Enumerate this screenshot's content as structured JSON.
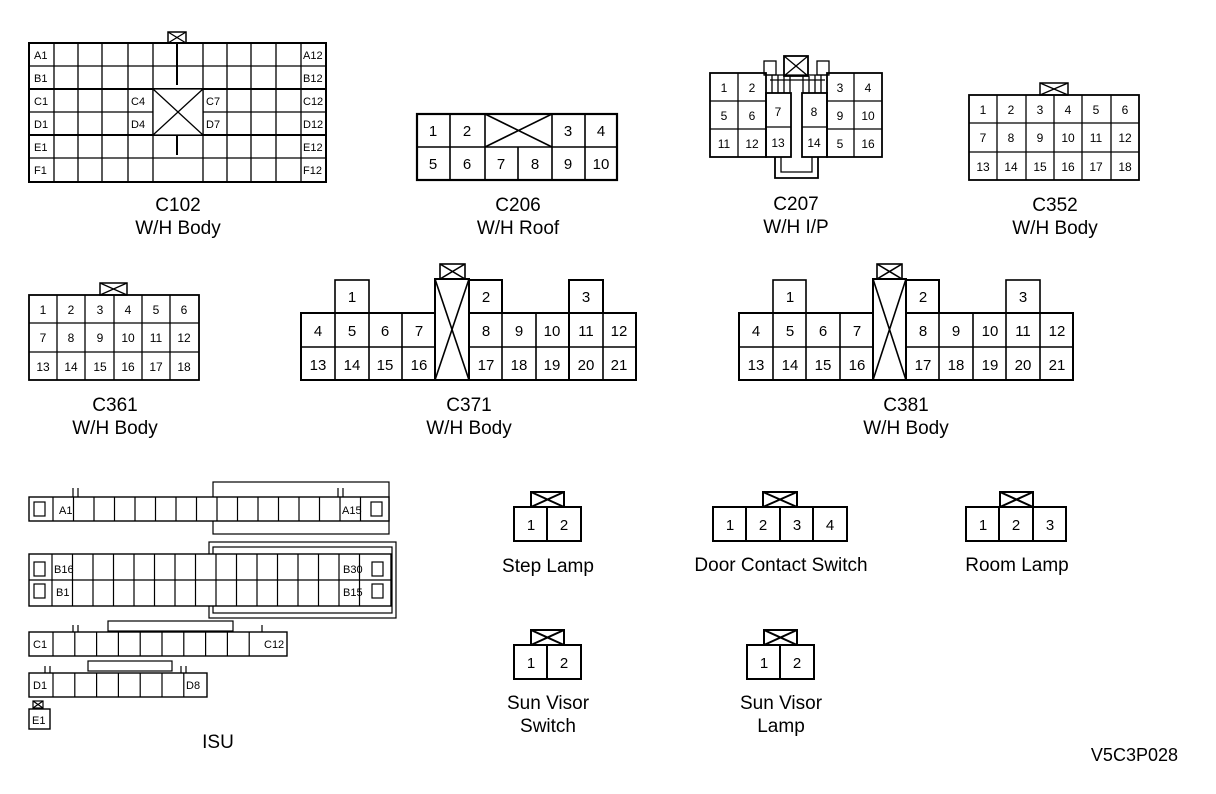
{
  "connectors": {
    "c102": {
      "name": "C102",
      "harness": "W/H Body",
      "left_labels": [
        "A1",
        "B1",
        "C1",
        "D1",
        "E1",
        "F1"
      ],
      "right_labels": [
        "A12",
        "B12",
        "C12",
        "D12",
        "E12",
        "F12"
      ],
      "inner_labels": [
        "C4",
        "D4",
        "C7",
        "D7"
      ]
    },
    "c206": {
      "name": "C206",
      "harness": "W/H Roof",
      "pins": [
        "1",
        "2",
        "3",
        "4",
        "5",
        "6",
        "7",
        "8",
        "9",
        "10"
      ]
    },
    "c207": {
      "name": "C207",
      "harness": "W/H I/P",
      "pins": [
        "1",
        "2",
        "3",
        "4",
        "5",
        "6",
        "7",
        "8",
        "9",
        "10",
        "11",
        "12",
        "13",
        "14",
        "5",
        "16"
      ]
    },
    "c352": {
      "name": "C352",
      "harness": "W/H Body",
      "pins": [
        "1",
        "2",
        "3",
        "4",
        "5",
        "6",
        "7",
        "8",
        "9",
        "10",
        "11",
        "12",
        "13",
        "14",
        "15",
        "16",
        "17",
        "18"
      ]
    },
    "c361": {
      "name": "C361",
      "harness": "W/H Body",
      "pins": [
        "1",
        "2",
        "3",
        "4",
        "5",
        "6",
        "7",
        "8",
        "9",
        "10",
        "11",
        "12",
        "13",
        "14",
        "15",
        "16",
        "17",
        "18"
      ]
    },
    "c371": {
      "name": "C371",
      "harness": "W/H Body",
      "pins": [
        "1",
        "2",
        "3",
        "4",
        "5",
        "6",
        "7",
        "8",
        "9",
        "10",
        "11",
        "12",
        "13",
        "14",
        "15",
        "16",
        "17",
        "18",
        "19",
        "20",
        "21"
      ]
    },
    "c381": {
      "name": "C381",
      "harness": "W/H Body",
      "pins": [
        "1",
        "2",
        "3",
        "4",
        "5",
        "6",
        "7",
        "8",
        "9",
        "10",
        "11",
        "12",
        "13",
        "14",
        "15",
        "16",
        "17",
        "18",
        "19",
        "20",
        "21"
      ]
    },
    "isu": {
      "name": "ISU",
      "labels": [
        "A1",
        "A15",
        "B16",
        "B1",
        "B30",
        "B15",
        "C1",
        "C12",
        "D1",
        "D8",
        "E1"
      ]
    },
    "step_lamp": {
      "line1": "Step Lamp",
      "line2": "",
      "pins": [
        "1",
        "2"
      ]
    },
    "door_contact_switch": {
      "line1": "Door Contact Switch",
      "line2": "",
      "pins": [
        "1",
        "2",
        "3",
        "4"
      ]
    },
    "room_lamp": {
      "line1": "Room Lamp",
      "line2": "",
      "pins": [
        "1",
        "2",
        "3"
      ]
    },
    "sun_visor_switch": {
      "line1": "Sun Visor",
      "line2": "Switch",
      "pins": [
        "1",
        "2"
      ]
    },
    "sun_visor_lamp": {
      "line1": "Sun Visor",
      "line2": "Lamp",
      "pins": [
        "1",
        "2"
      ]
    }
  },
  "drawing_id": "V5C3P028"
}
